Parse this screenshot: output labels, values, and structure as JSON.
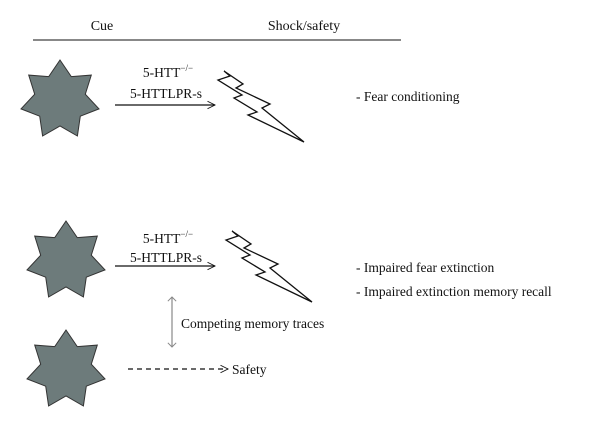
{
  "header": {
    "cue_label": "Cue",
    "shock_safety_label": "Shock/safety"
  },
  "panel_top": {
    "genotype_line1": "5-HTT",
    "genotype_sup": "−/−",
    "genotype_line2": "5-HTTLPR-s",
    "outcome": "- Fear conditioning"
  },
  "panel_bottom": {
    "genotype_line1": "5-HTT",
    "genotype_sup": "−/−",
    "genotype_line2": "5-HTTLPR-s",
    "outcomes": [
      "- Impaired fear extinction",
      "- Impaired extinction memory recall"
    ],
    "competing_label": "Competing memory traces",
    "safety_label": "Safety"
  },
  "colors": {
    "star_fill": "#6d7b7b",
    "line": "#111111",
    "double_arrow": "#888888"
  },
  "icons": {
    "cue": "seven-point-star",
    "shock": "lightning-bolt"
  }
}
